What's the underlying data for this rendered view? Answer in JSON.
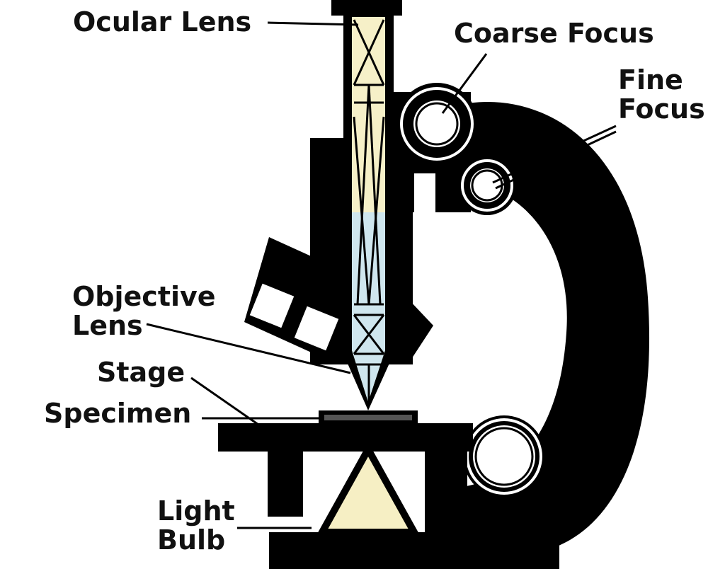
{
  "labels": {
    "ocular_lens": "Ocular Lens",
    "coarse_focus": "Coarse Focus",
    "fine_focus_line1": "Fine",
    "fine_focus_line2": "Focus",
    "objective_lens_line1": "Objective",
    "objective_lens_line2": "Lens",
    "stage": "Stage",
    "specimen": "Specimen",
    "light_bulb_line1": "Light",
    "light_bulb_line2": "Bulb"
  },
  "colors": {
    "body": "#000000",
    "background": "#ffffff",
    "lens_tube_fill": "#f6f0c8",
    "lens_tube_lower_fill": "#cfe6ee",
    "light_cone_fill": "#f6efc4",
    "label_text": "#111111",
    "leader_line": "#000000"
  }
}
